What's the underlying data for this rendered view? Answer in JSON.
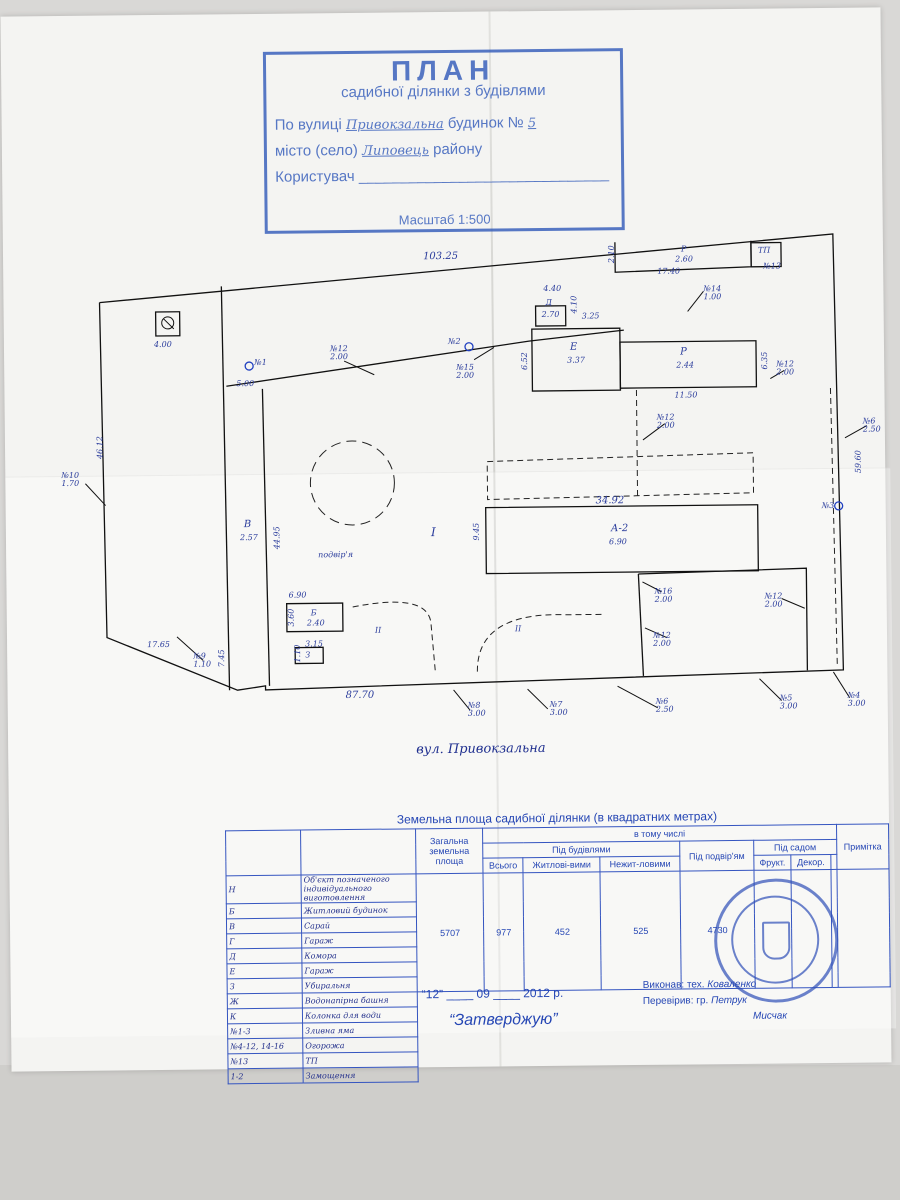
{
  "stamp": {
    "title": "ПЛАН",
    "subtitle": "садибної ділянки з будівлями",
    "street_label": "По вулиці",
    "street_value": "Привокзальна",
    "house_label": "будинок №",
    "house_value": "5",
    "city_label": "місто (село)",
    "city_value": "Липовець",
    "district_label": "району",
    "user_label": "Користувач",
    "scale_label": "Масштаб 1:500"
  },
  "plan": {
    "dims": {
      "top": "103.25",
      "left_side": "46.12",
      "bottom": "87.70",
      "bottom_left": "17.65",
      "right": "59.60",
      "inner_span": "34.92",
      "inner_vert": "9.45",
      "inner_vert2": "44.95",
      "small_top": "17.40",
      "g_w": "4.40",
      "g_v": "4.10",
      "g_h": "3.25",
      "e_bot": "11.50",
      "b_left": "6.52",
      "p_right": "6.35",
      "b5": "6.90",
      "b5_v": "3.60",
      "b3": "3.15",
      "b3_v": "1.10",
      "left_5": "5.00",
      "bl_745": "7.45",
      "small_2": "2.10"
    },
    "labels": {
      "garden_well": "4.00",
      "building_e": "Е",
      "e_area": "3.37",
      "building_p": "Р",
      "p_area": "2.44",
      "building_d": "Д",
      "d_area": "2.70",
      "building_r": "Р",
      "r_area": "2.60",
      "tp": "ТП",
      "tp_no": "№13",
      "building_v": "В",
      "v_area": "2.57",
      "yard_label": "подвір'я",
      "roman_i": "I",
      "building_a2": "А-2",
      "a2_area": "6.90",
      "building_b": "Б",
      "b_area": "2.40",
      "building_z": "З",
      "roman_ii_1": "ІІ",
      "roman_ii_2": "ІІ"
    },
    "fence_tags": [
      {
        "no": "№10",
        "len": "1.70"
      },
      {
        "no": "№12",
        "len": "2.00"
      },
      {
        "no": "№15",
        "len": "2.00"
      },
      {
        "no": "№14",
        "len": "1.00"
      },
      {
        "no": "№12",
        "len": "2.00"
      },
      {
        "no": "№12",
        "len": "2.00"
      },
      {
        "no": "№6",
        "len": "2.50"
      },
      {
        "no": "№16",
        "len": "2.00"
      },
      {
        "no": "№12",
        "len": "2.00"
      },
      {
        "no": "№12",
        "len": "2.00"
      },
      {
        "no": "№9",
        "len": "1.10"
      },
      {
        "no": "№8",
        "len": "3.00"
      },
      {
        "no": "№7",
        "len": "3.00"
      },
      {
        "no": "№6",
        "len": "2.50"
      },
      {
        "no": "№5",
        "len": "3.00"
      },
      {
        "no": "№4",
        "len": "3.00"
      }
    ],
    "wells": [
      "№1",
      "№2",
      "№3"
    ],
    "street_caption": "вул. Привокзальна"
  },
  "table": {
    "title": "Земельна площа садибної ділянки (в квадратних метрах)",
    "in_total": "в тому числі",
    "headers": {
      "total": "Загальна земельна площа",
      "under_buildings": "Під будівлями",
      "all": "Всього",
      "residential": "Житлові-вими",
      "nonresidential": "Нежит-ловими",
      "yard": "Під подвір'ям",
      "garden": "Під садом",
      "fruit": "Фрукт.",
      "decor": "Декор.",
      "note": "Примітка"
    },
    "values": {
      "total": "5707",
      "all": "977",
      "residential": "452",
      "nonresidential": "525",
      "yard": "4730"
    },
    "legend": [
      {
        "code": "Н",
        "text": "Об'єкт позначеного індивідуального виготовлення"
      },
      {
        "code": "Б",
        "text": "Житловий будинок"
      },
      {
        "code": "В",
        "text": "Сарай"
      },
      {
        "code": "Г",
        "text": "Гараж"
      },
      {
        "code": "Д",
        "text": "Комора"
      },
      {
        "code": "Е",
        "text": "Гараж"
      },
      {
        "code": "З",
        "text": "Убиральня"
      },
      {
        "code": "Ж",
        "text": "Водонапірна башня"
      },
      {
        "code": "К",
        "text": "Колонка для води"
      },
      {
        "code": "№1-3",
        "text": "Зливна яма"
      },
      {
        "code": "№4-12, 14-16",
        "text": "Огорожа"
      },
      {
        "code": "№13",
        "text": "ТП"
      },
      {
        "code": "1-2",
        "text": "Замощення"
      }
    ],
    "date": {
      "day": "12",
      "month": "09",
      "year_prefix": "20",
      "year_suffix": "12",
      "year_suffix_label": "р."
    },
    "executed_label": "Виконав: тех.",
    "checked_label": "Перевірив: гр.",
    "approve": "“Затверджую”",
    "executor_name": "Коваленко",
    "checker_name": "Петрук",
    "signature": "Мисчак"
  },
  "colors": {
    "ink": "#2a3c9c",
    "stamp_blue": "#2b55b8",
    "line": "#111111"
  }
}
